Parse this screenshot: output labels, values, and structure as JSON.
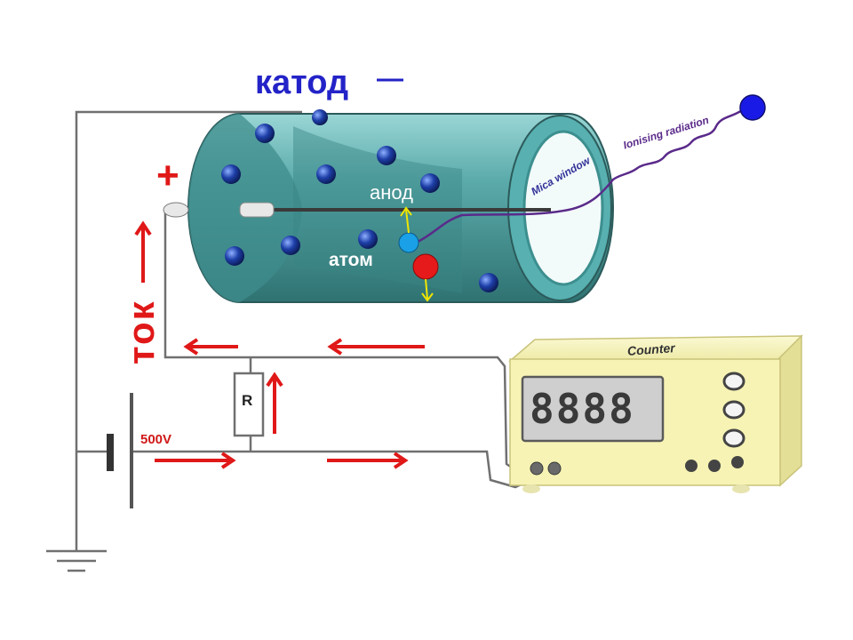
{
  "labels": {
    "cathode": "катод",
    "cathode_sign": "—",
    "anode_sign": "+",
    "anode": "анод",
    "atom": "атом",
    "current": "ток",
    "voltage": "500V",
    "resistor": "R",
    "counter_title": "Counter",
    "counter_display": "8888",
    "mica_window": "Mica window",
    "ionising_radiation": "Ionising radiation"
  },
  "colors": {
    "label_blue": "#2323c8",
    "arrow_red": "#e01818",
    "tube_teal": "#4a9a9a",
    "tube_light": "#8fd3d3",
    "counter_yellow": "#f6f3b4",
    "radiation_particle": "#1a1ae6",
    "electron": "#1aa0e6",
    "ion": "#e61a1a",
    "small_arrows": "#f0e600"
  },
  "icons": [
    "radiation-particle-icon",
    "electron-icon",
    "ion-icon",
    "ground-icon",
    "battery-icon",
    "resistor-icon"
  ]
}
